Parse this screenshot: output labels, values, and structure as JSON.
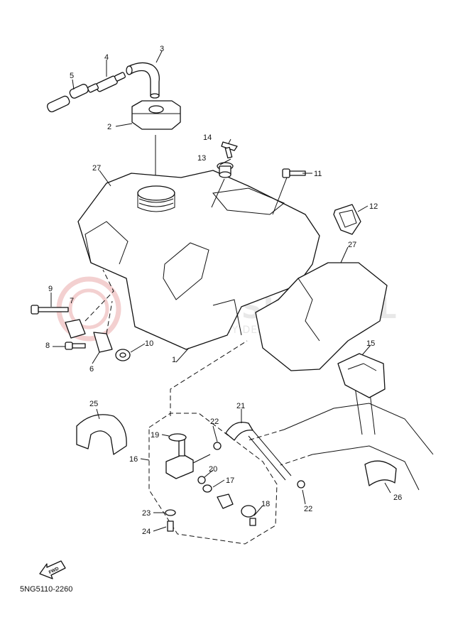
{
  "watermark": {
    "line1": "YAMASKLEP.PL",
    "line2": "AUTORYZOWANY DEALER YAMAHA"
  },
  "callouts": [
    {
      "id": "c1",
      "text": "1"
    },
    {
      "id": "c2",
      "text": "2"
    },
    {
      "id": "c3",
      "text": "3"
    },
    {
      "id": "c4",
      "text": "4"
    },
    {
      "id": "c5",
      "text": "5"
    },
    {
      "id": "c6",
      "text": "6"
    },
    {
      "id": "c7",
      "text": "7"
    },
    {
      "id": "c8",
      "text": "8"
    },
    {
      "id": "c9",
      "text": "9"
    },
    {
      "id": "c10",
      "text": "10"
    },
    {
      "id": "c11",
      "text": "11"
    },
    {
      "id": "c12",
      "text": "12"
    },
    {
      "id": "c13",
      "text": "13"
    },
    {
      "id": "c14",
      "text": "14"
    },
    {
      "id": "c15",
      "text": "15"
    },
    {
      "id": "c16",
      "text": "16"
    },
    {
      "id": "c17",
      "text": "17"
    },
    {
      "id": "c18",
      "text": "18"
    },
    {
      "id": "c19",
      "text": "19"
    },
    {
      "id": "c20",
      "text": "20"
    },
    {
      "id": "c21",
      "text": "21"
    },
    {
      "id": "c22a",
      "text": "22"
    },
    {
      "id": "c22b",
      "text": "22"
    },
    {
      "id": "c23",
      "text": "23"
    },
    {
      "id": "c24",
      "text": "24"
    },
    {
      "id": "c25",
      "text": "25"
    },
    {
      "id": "c26",
      "text": "26"
    },
    {
      "id": "c27a",
      "text": "27"
    },
    {
      "id": "c27b",
      "text": "27"
    }
  ],
  "fwd_label": "FWD",
  "diagram_code": "5NG5110-2260"
}
